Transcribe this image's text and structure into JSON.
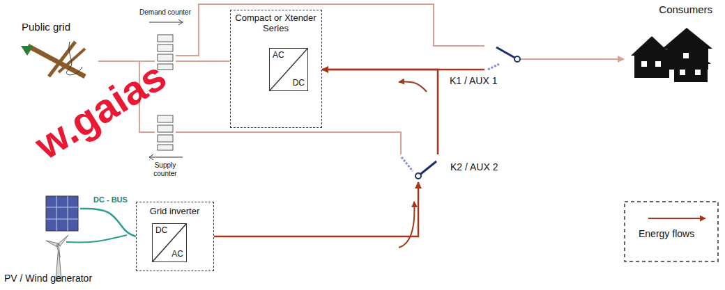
{
  "diagram": {
    "nodes": [
      {
        "text": [
          "Public grid"
        ]
      },
      {
        "text": [
          "Demand counter"
        ]
      },
      {
        "text": [
          "Supply counter"
        ]
      },
      {
        "text": [
          "Compact or Xtender Series"
        ]
      },
      {
        "text": [
          "AC",
          "DC"
        ],
        "in": 3
      },
      {
        "text": [
          "Grid inverter"
        ]
      },
      {
        "text": [
          "DC",
          "AC"
        ],
        "in": 5
      },
      {
        "text": [
          "K1 / AUX 1"
        ]
      },
      {
        "text": [
          "K2 / AUX 2"
        ]
      },
      {
        "text": [
          "Consumers"
        ]
      },
      {
        "text": [
          "PV / Wind generator"
        ]
      }
    ],
    "edges": [
      {
        "from": 0,
        "to": 1,
        "arrow": "none"
      },
      {
        "from": 0,
        "to": 2,
        "arrow": "none"
      },
      {
        "from": 1,
        "to": 3,
        "arrow": "none"
      },
      {
        "from": 1,
        "to": 7,
        "arrow": "none"
      },
      {
        "from": 3,
        "to": 7,
        "arrow": "none"
      },
      {
        "from": 7,
        "to": 9,
        "arrow": "to"
      },
      {
        "from": 2,
        "to": 8,
        "arrow": "none"
      },
      {
        "from": 5,
        "to": 8,
        "arrow": "to"
      },
      {
        "from": 8,
        "to": 3,
        "arrow": "to"
      },
      {
        "from": 10,
        "to": 5,
        "label": "DC - BUS",
        "arrow": "none"
      }
    ],
    "labels": [
      "w.gaias"
    ],
    "legend": [
      {
        "text": "Energy flows"
      }
    ]
  }
}
